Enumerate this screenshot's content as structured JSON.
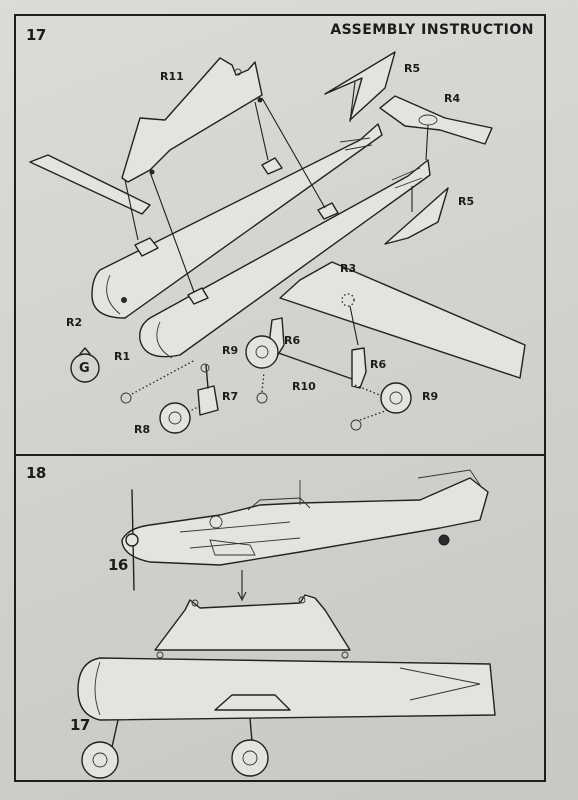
{
  "header": {
    "title": "ASSEMBLY INSTRUCTION"
  },
  "steps": [
    {
      "number": "17"
    },
    {
      "number": "18"
    }
  ],
  "parts": {
    "r11": "R11",
    "r5_top": "R5",
    "r4": "R4",
    "r5_right": "R5",
    "r3": "R3",
    "r2": "R2",
    "r1": "R1",
    "r9_left": "R9",
    "r6_left": "R6",
    "r6_right": "R6",
    "r10": "R10",
    "r9_right": "R9",
    "r7": "R7",
    "r8": "R8"
  },
  "glue_marker": "G",
  "subassemblies": {
    "aircraft": "16",
    "sled": "17"
  }
}
